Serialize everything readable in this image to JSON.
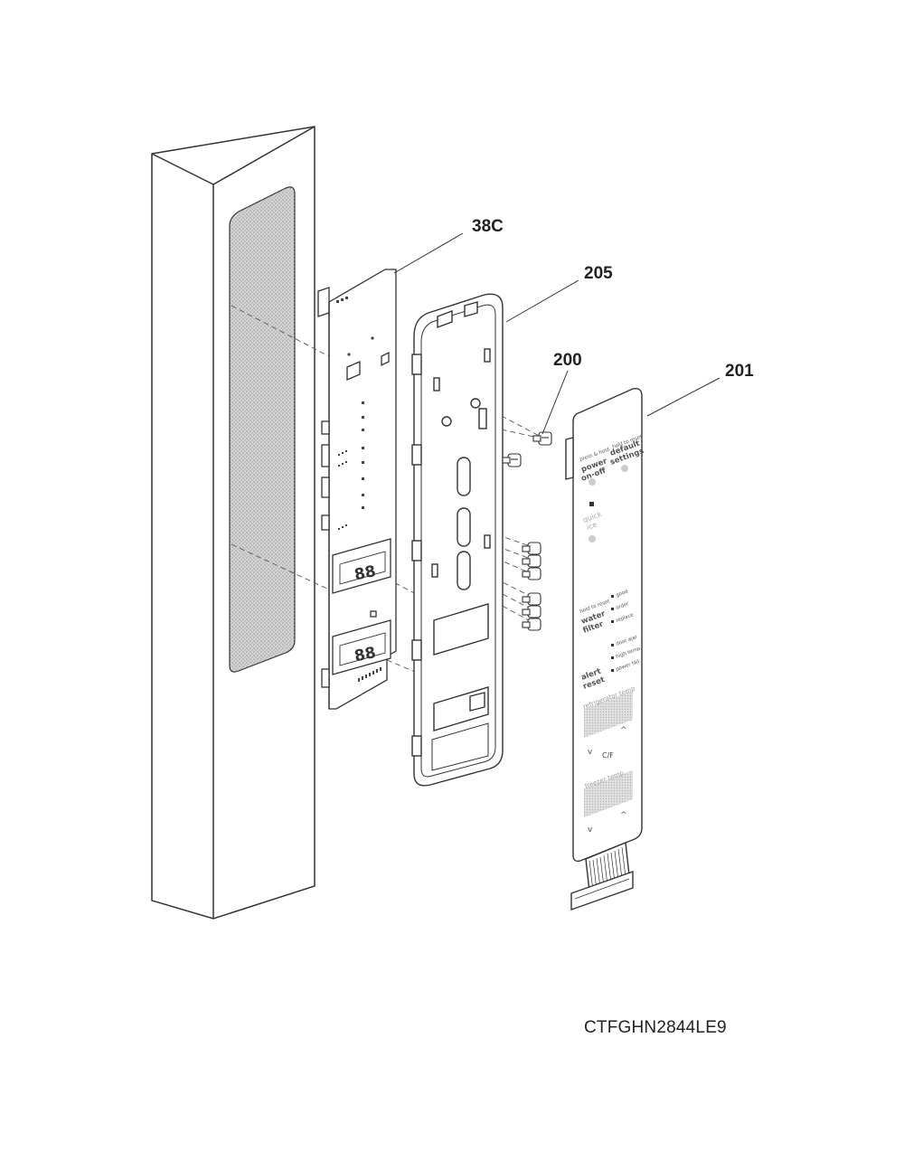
{
  "callouts": {
    "c38c": "38C",
    "c205": "205",
    "c200": "200",
    "c201": "201"
  },
  "model_number": "CTFGHN2844LE9",
  "overlay": {
    "press_hold": "press & hold",
    "hold_reset": "hold to reset",
    "power_line1": "power",
    "power_line2": "on-off",
    "default_line1": "default",
    "default_line2": "settings",
    "quick_line1": "quick",
    "quick_line2": "ice",
    "hold_reset2": "hold to reset",
    "water_line1": "water",
    "water_line2": "filter",
    "filter_good": "good",
    "filter_order": "order",
    "filter_replace": "replace",
    "alert_line1": "alert",
    "alert_line2": "reset",
    "alert_door": "door ajar",
    "alert_high": "high temp",
    "alert_power": "power fail",
    "refrigerator_temp": "refrigerator temp",
    "freezer_temp": "freezer temp",
    "unit_toggle": "C/F",
    "arrow_up": "^",
    "arrow_down": "v",
    "display_digits": "88"
  }
}
